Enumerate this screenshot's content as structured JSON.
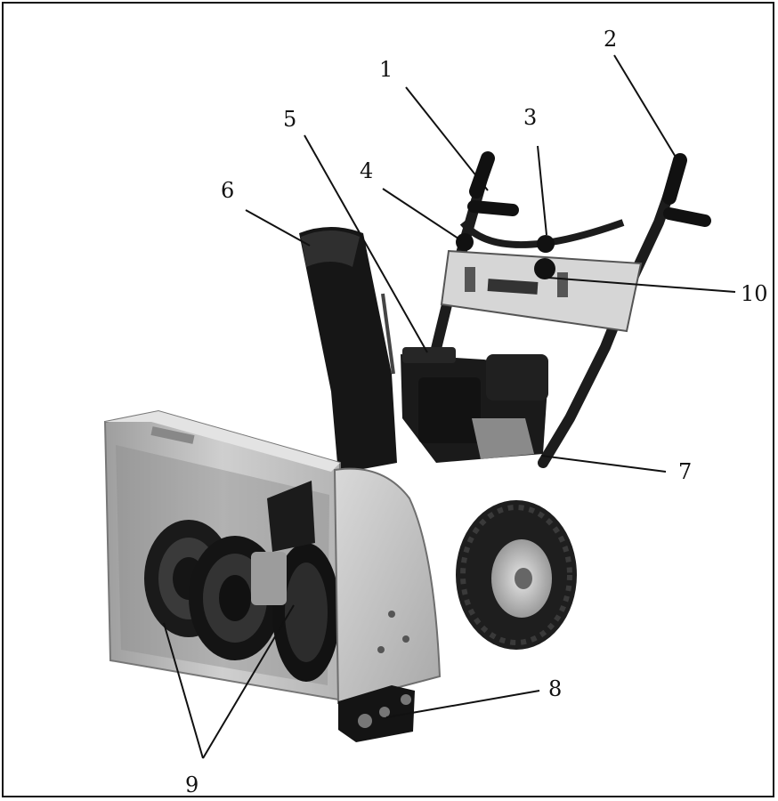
{
  "figure": {
    "subject": "snow-blower",
    "callouts": [
      {
        "id": "1",
        "label": "1"
      },
      {
        "id": "2",
        "label": "2"
      },
      {
        "id": "3",
        "label": "3"
      },
      {
        "id": "4",
        "label": "4"
      },
      {
        "id": "5",
        "label": "5"
      },
      {
        "id": "6",
        "label": "6"
      },
      {
        "id": "7",
        "label": "7"
      },
      {
        "id": "8",
        "label": "8"
      },
      {
        "id": "9",
        "label": "9"
      },
      {
        "id": "10",
        "label": "10"
      }
    ],
    "colors": {
      "housing": "#c8c8c8",
      "dark": "#1e1e1e",
      "tire": "#2a2a2a",
      "panel": "#d4d4d4"
    }
  }
}
